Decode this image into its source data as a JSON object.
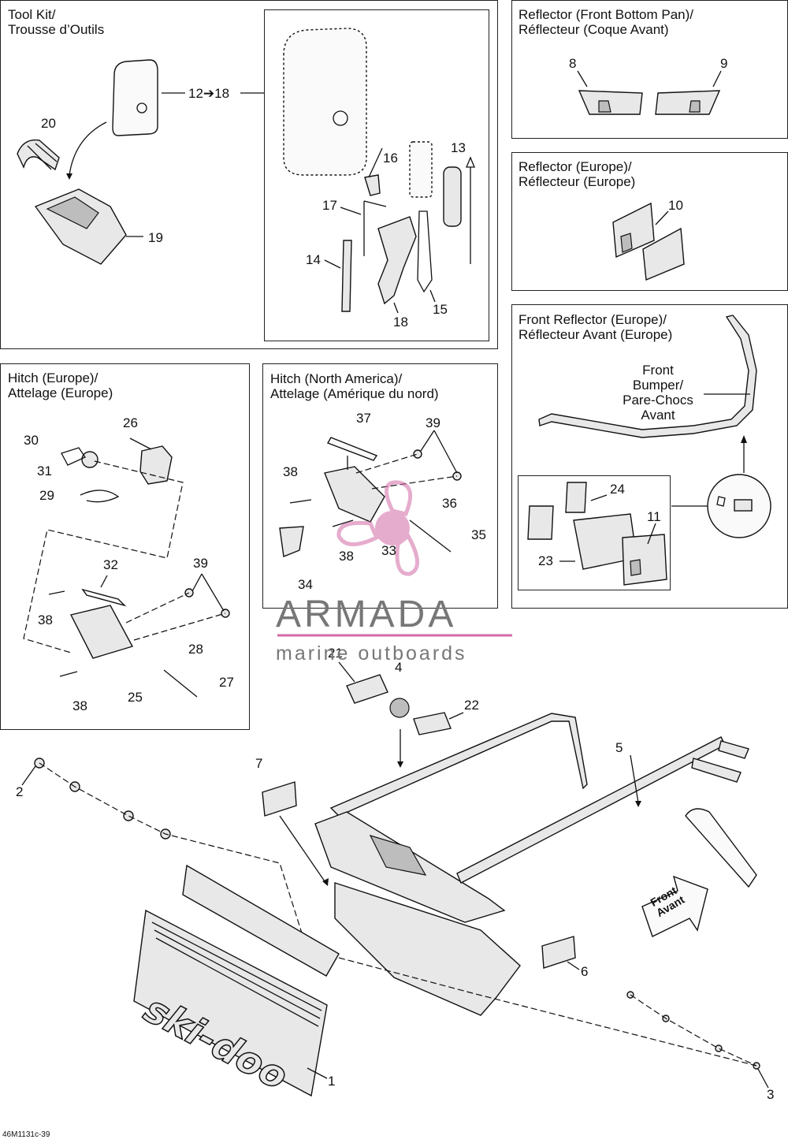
{
  "panels": {
    "toolkit": {
      "title": "Tool Kit/\nTrousse d’Outils"
    },
    "reflector_front_bottom_pan": {
      "title": "Reflector (Front Bottom Pan)/\nRéflecteur (Coque Avant)"
    },
    "reflector_europe": {
      "title": "Reflector (Europe)/\nRéflecteur (Europe)"
    },
    "front_reflector_europe": {
      "title": "Front Reflector (Europe)/\nRéflecteur Avant (Europe)",
      "bumper_label": "Front\nBumper/\nPare-Chocs\nAvant"
    },
    "hitch_europe": {
      "title": "Hitch (Europe)/\nAttelage (Europe)"
    },
    "hitch_north_america": {
      "title": "Hitch (North America)/\nAttelage (Amérique du nord)"
    }
  },
  "callouts": {
    "c1": "1",
    "c2": "2",
    "c3": "3",
    "c4": "4",
    "c5": "5",
    "c6": "6",
    "c7": "7",
    "c8": "8",
    "c9": "9",
    "c10": "10",
    "c11": "11",
    "c12_18": "12➔18",
    "c13": "13",
    "c14": "14",
    "c15": "15",
    "c16": "16",
    "c17": "17",
    "c18": "18",
    "c19": "19",
    "c20": "20",
    "c21": "21",
    "c22": "22",
    "c23": "23",
    "c24": "24",
    "c25": "25",
    "c26": "26",
    "c27": "27",
    "c28": "28",
    "c29": "29",
    "c30": "30",
    "c31": "31",
    "c32": "32",
    "c33": "33",
    "c34": "34",
    "c35": "35",
    "c36": "36",
    "c37": "37",
    "c38": "38",
    "c39": "39"
  },
  "flap_brand": "ski-doo",
  "front_arrow_label": "Front\nAvant",
  "watermark": {
    "title": "ARMADA",
    "subtitle": "marine outboards"
  },
  "doc_code": "46M1131c-39"
}
